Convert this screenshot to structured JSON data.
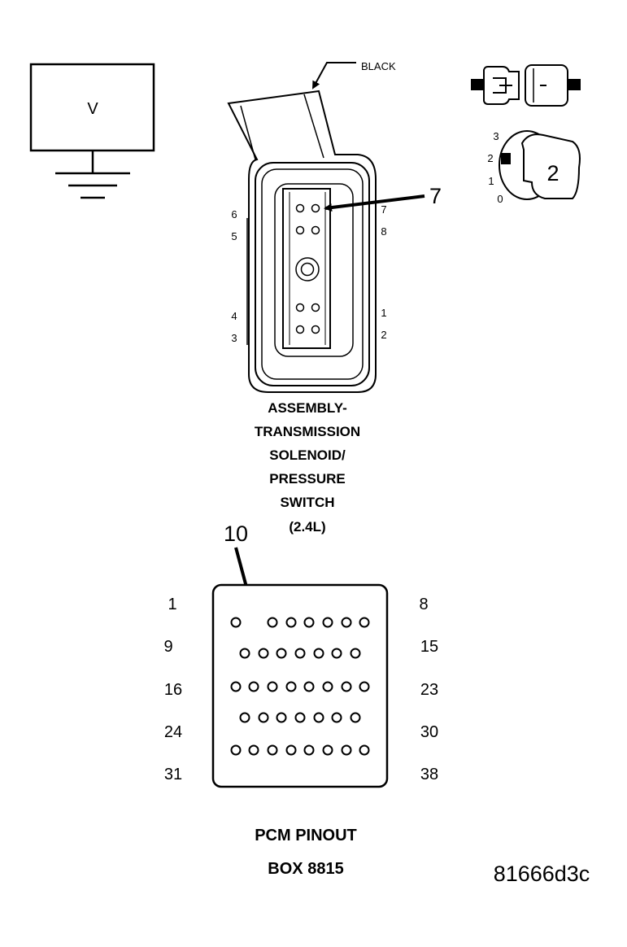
{
  "meter": {
    "symbol": "V"
  },
  "connector": {
    "wire_color_label": "BLACK",
    "callout": "7",
    "pins_left": [
      "6",
      "5",
      "4",
      "3"
    ],
    "pins_right": [
      "7",
      "8",
      "1",
      "2"
    ],
    "title_lines": [
      "ASSEMBLY-",
      "TRANSMISSION",
      "SOLENOID/",
      "PRESSURE",
      "SWITCH",
      "(2.4L)"
    ]
  },
  "selector": {
    "positions": [
      "3",
      "2",
      "1",
      "0"
    ],
    "setting": "2"
  },
  "pcm": {
    "callout": "10",
    "row_start_labels": [
      "1",
      "9",
      "16",
      "24",
      "31"
    ],
    "row_end_labels": [
      "8",
      "15",
      "23",
      "30",
      "38"
    ],
    "title": "PCM PINOUT",
    "subtitle": "BOX 8815"
  },
  "figure_id": "81666d3c"
}
